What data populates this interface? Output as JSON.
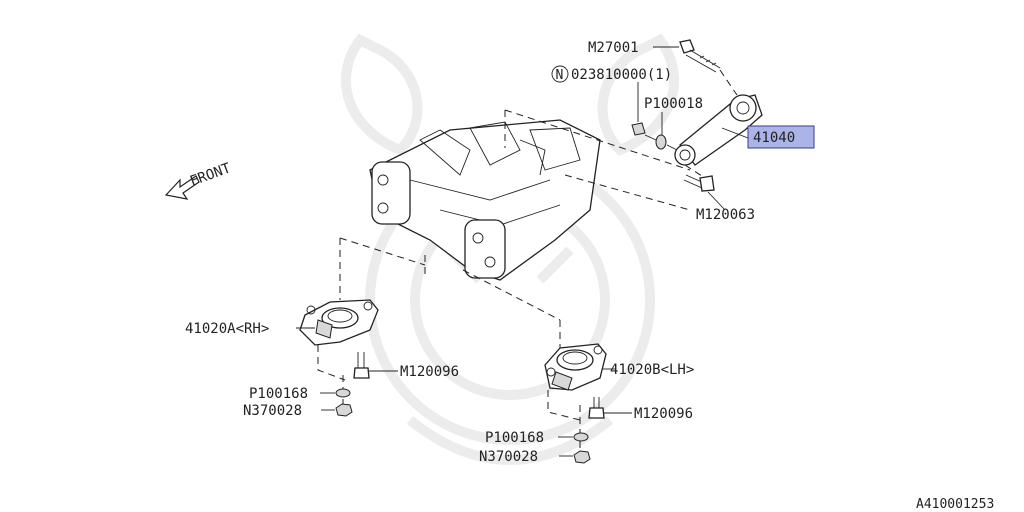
{
  "diagram": {
    "front_label": "FRONT",
    "figure_id": "A410001253",
    "highlight_color": "#aab4e6",
    "callouts": {
      "m27001": "M27001",
      "n023810000": "023810000(1)",
      "n_symbol": "N",
      "p100018": "P100018",
      "p41040": "41040",
      "m120063": "M120063",
      "rh_mount": "41020A<RH>",
      "rh_bolt": "M120096",
      "rh_washer": "P100168",
      "rh_nut": "N370028",
      "lh_mount": "41020B<LH>",
      "lh_bolt": "M120096",
      "lh_washer": "P100168",
      "lh_nut": "N370028"
    }
  }
}
